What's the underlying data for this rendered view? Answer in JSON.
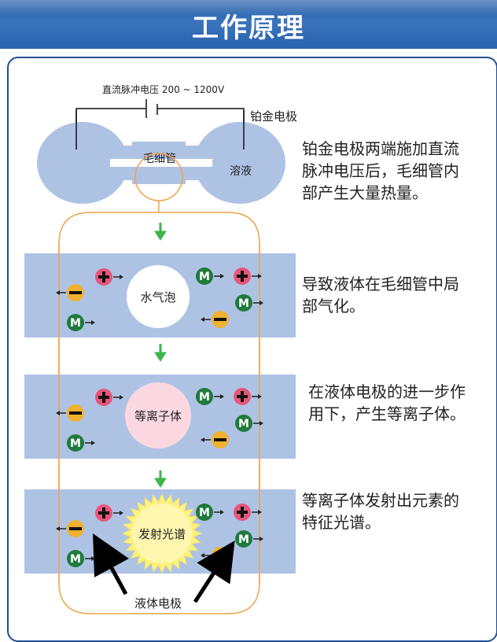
{
  "header": {
    "title": "工作原理"
  },
  "top": {
    "voltage_label": "直流脉冲电压  200 ~ 1200V",
    "electrode_label": "铂金电极",
    "capillary_label": "毛细管",
    "solution_label": "溶液"
  },
  "bands": [
    {
      "center_label": "水气泡"
    },
    {
      "center_label": "等离子体"
    },
    {
      "center_label": "发射光谱"
    }
  ],
  "bottom": {
    "liquid_electrode_label": "液体电极"
  },
  "descriptions": [
    {
      "lines": [
        "铂金电极两端施加直流",
        "脉冲电压后，毛细管内",
        "部产生大量热量。"
      ]
    },
    {
      "lines": [
        "导致液体在毛细管中局",
        "部气化。"
      ]
    },
    {
      "lines": [
        "在液体电极的进一步作",
        "用下，产生等离子体。"
      ]
    },
    {
      "lines": [
        "等离子体发射出元素的",
        "特征光谱。"
      ]
    }
  ],
  "symbols": {
    "plus": "+",
    "minus": "−",
    "molecule": "M"
  },
  "colors": {
    "band": "#aec3e4",
    "blob": "#aec3e4",
    "outline": "#f0a24a",
    "arrow_green": "#3cb54a",
    "plus_bg": "#e8557a",
    "minus_bg": "#f0b030",
    "molecule_bg": "#1f7a3c",
    "bubble": "#ffffff",
    "plasma": "#fbd8e0",
    "spectrum": "#fff27a",
    "header": "#2a62ad"
  }
}
